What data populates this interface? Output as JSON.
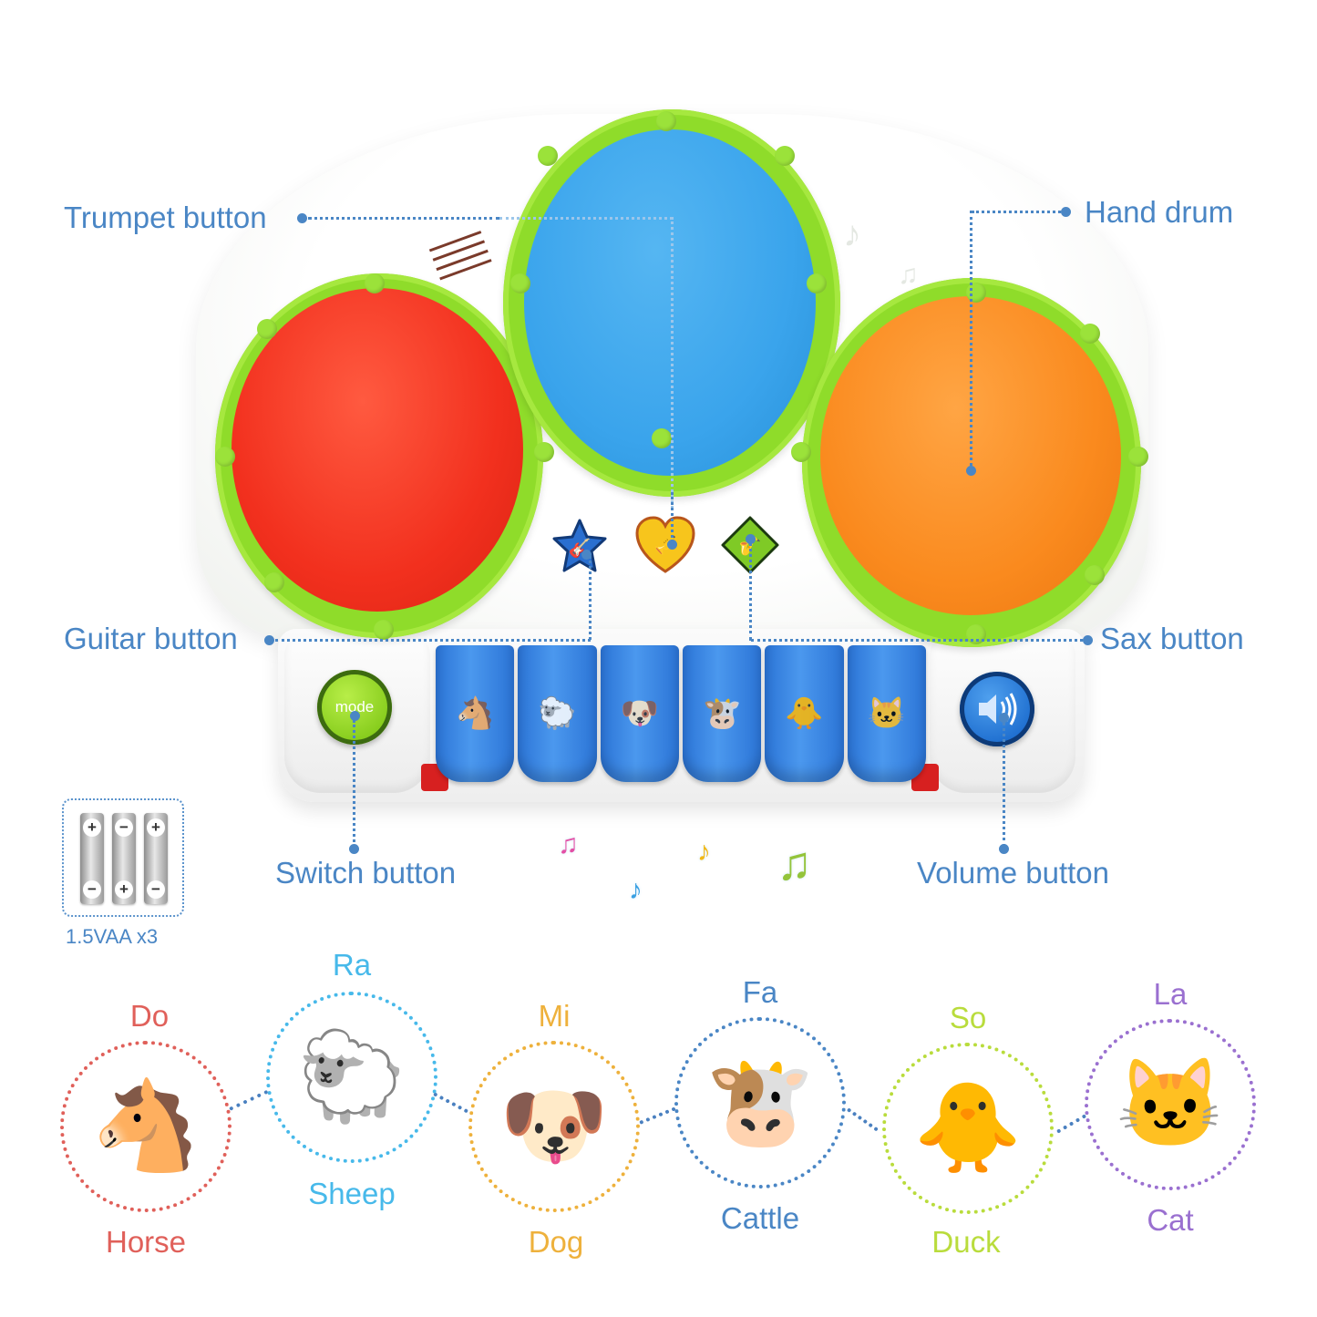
{
  "callouts": {
    "trumpet": "Trumpet button",
    "hand_drum": "Hand drum",
    "guitar": "Guitar button",
    "sax": "Sax button",
    "switch": "Switch button",
    "volume": "Volume button"
  },
  "toy": {
    "drums": [
      {
        "name": "left-drum",
        "color": "#f2301e"
      },
      {
        "name": "center-drum",
        "color": "#3aa4ec"
      },
      {
        "name": "right-drum",
        "color": "#fa8a1e"
      }
    ],
    "rim_color": "#8fdc2a",
    "mode_label": "mode",
    "keys_color": "#2f7ad8",
    "key_animals": [
      "horse",
      "sheep",
      "dog",
      "cattle",
      "duck",
      "cat"
    ],
    "instrument_buttons": [
      {
        "name": "guitar",
        "shape": "star",
        "color": "#2a6fd0"
      },
      {
        "name": "trumpet",
        "shape": "heart",
        "color": "#f7c51c"
      },
      {
        "name": "sax",
        "shape": "diamond",
        "color": "#7fca26"
      }
    ]
  },
  "battery": {
    "label": "1.5VAA x3",
    "count": 3
  },
  "notes": [
    {
      "name": "Do",
      "animal": "Horse",
      "color": "#e0605a"
    },
    {
      "name": "Ra",
      "animal": "Sheep",
      "color": "#47b9ea"
    },
    {
      "name": "Mi",
      "animal": "Dog",
      "color": "#eeb13c"
    },
    {
      "name": "Fa",
      "animal": "Cattle",
      "color": "#4a86c5"
    },
    {
      "name": "So",
      "animal": "Duck",
      "color": "#b9dc3c"
    },
    {
      "name": "La",
      "animal": "Cat",
      "color": "#9a70d0"
    }
  ],
  "accent_color": "#4a86c5"
}
